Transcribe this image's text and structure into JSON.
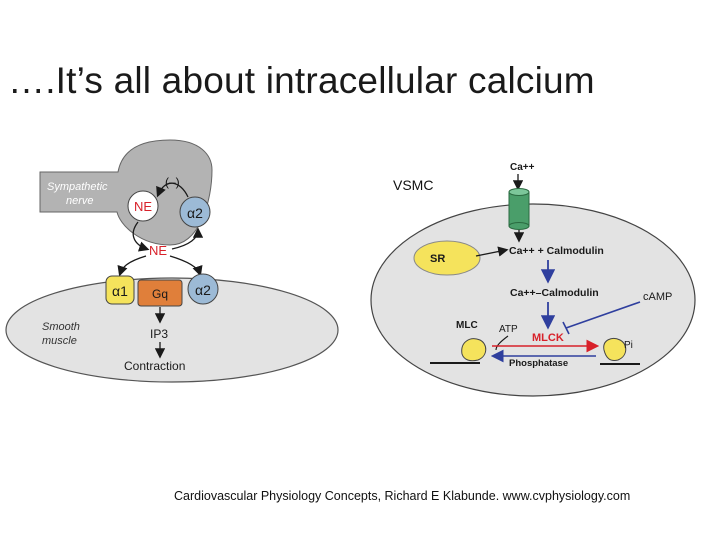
{
  "title": "….It’s all about intracellular calcium",
  "citation": "Cardiovascular Physiology Concepts, Richard E Klabunde. www.cvphysiology.com",
  "left_panel": {
    "nerve_label_line1": "Sympathetic",
    "nerve_label_line2": "nerve",
    "inhibition_label": "(–)",
    "ne_in_vesicle": "NE",
    "alpha2_nerve": "α2",
    "ne_released": "NE",
    "alpha1": "α1",
    "gq": "Gq",
    "alpha2_muscle": "α2",
    "muscle_label_line1": "Smooth",
    "muscle_label_line2": "muscle",
    "ip3": "IP3",
    "contraction": "Contraction"
  },
  "right_panel": {
    "vsmc_label": "VSMC",
    "ca_top": "Ca++",
    "sr": "SR",
    "ca_calmodulin": "Ca++ + Calmodulin",
    "ca_calmodulin_complex": "Ca++–Calmodulin",
    "camp": "cAMP",
    "mlc": "MLC",
    "atp": "ATP",
    "mlck": "MLCK",
    "pi": "Pi",
    "phosphatase": "Phosphatase"
  },
  "colors": {
    "cell_fill": "#e3e3e3",
    "nerve_fill": "#b3b3b3",
    "yellow": "#f5e35c",
    "orange": "#e07f3a",
    "blue": "#9cbad6",
    "green": "#4a9e6a",
    "red": "#d8212a",
    "blue_arrow": "#2f3f9e"
  }
}
